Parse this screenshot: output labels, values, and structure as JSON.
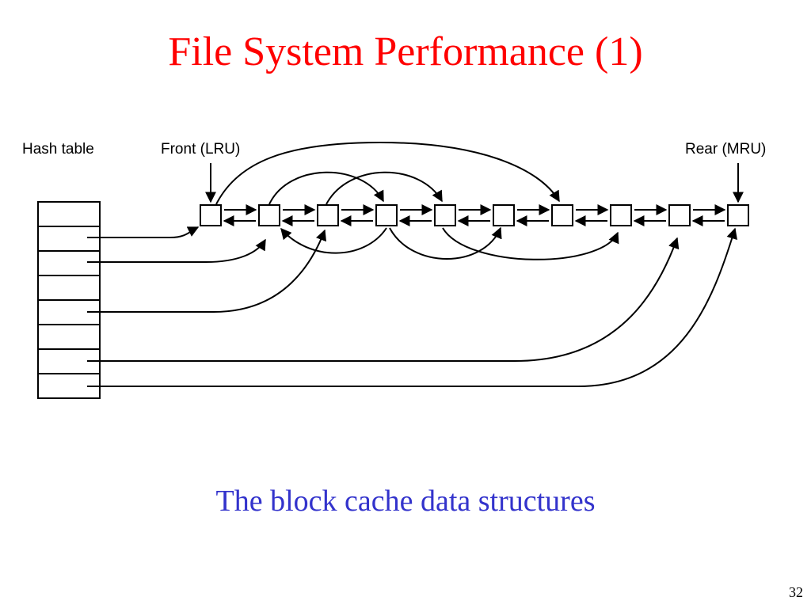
{
  "title": "File System Performance (1)",
  "diagram": {
    "hash_table_label": "Hash table",
    "front_label": "Front (LRU)",
    "rear_label": "Rear (MRU)",
    "block_count": 10,
    "hash_slot_count": 8
  },
  "caption": "The block cache data structures",
  "page_number": "32",
  "colors": {
    "title": "#ff0000",
    "caption": "#3333cc",
    "lines": "#000000"
  }
}
